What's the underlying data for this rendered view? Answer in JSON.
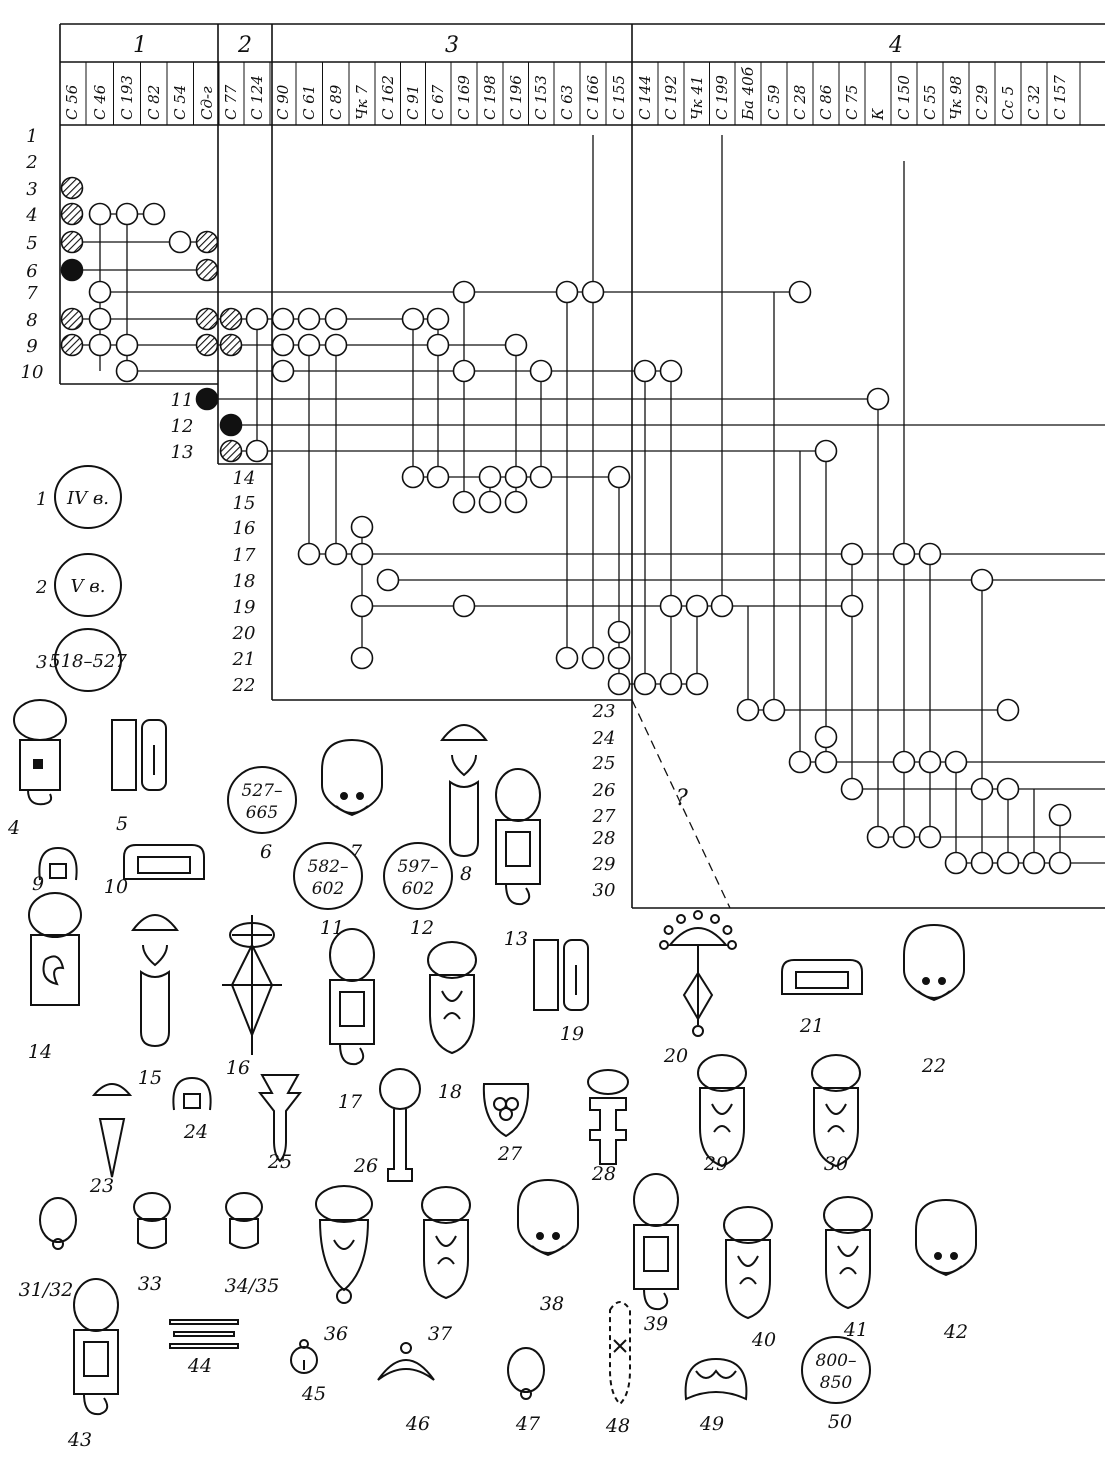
{
  "groups": [
    "1",
    "2",
    "3",
    "4"
  ],
  "columns": [
    "С 56",
    "С 46",
    "С 193",
    "С 82",
    "С 54",
    "Сд-г",
    "С 77",
    "С 124",
    "С 90",
    "С 61",
    "С 89",
    "Чк 7",
    "С 162",
    "С 91",
    "С 67",
    "С 169",
    "С 198",
    "С 196",
    "С 153",
    "С 63",
    "С 166",
    "С 155",
    "С 144",
    "С 192",
    "Чк 41",
    "С 199",
    "Ба 40б",
    "С 59",
    "С 28",
    "С 86",
    "С 75",
    "К",
    "С 150",
    "С 55",
    "Чк 98",
    "С 29",
    "Сс 5",
    "С 32",
    "С 157"
  ],
  "rows": [
    "1",
    "2",
    "3",
    "4",
    "5",
    "6",
    "7",
    "8",
    "9",
    "10",
    "11",
    "12",
    "13",
    "14",
    "15",
    "16",
    "17",
    "18",
    "19",
    "20",
    "21",
    "22",
    "23",
    "24",
    "25",
    "26",
    "27",
    "28",
    "29",
    "30"
  ],
  "legend": [
    {
      "num": "1",
      "text": "IV в."
    },
    {
      "num": "2",
      "text": "V в."
    },
    {
      "num": "3",
      "text": "518–527"
    }
  ],
  "unknown_mark": "?",
  "figures": [
    {
      "num": "4"
    },
    {
      "num": "5"
    },
    {
      "num": "6",
      "text": "527–665"
    },
    {
      "num": "7"
    },
    {
      "num": "8"
    },
    {
      "num": "9"
    },
    {
      "num": "10"
    },
    {
      "num": "11",
      "text": "582–602"
    },
    {
      "num": "12",
      "text": "597–602"
    },
    {
      "num": "13"
    },
    {
      "num": "14"
    },
    {
      "num": "15"
    },
    {
      "num": "16"
    },
    {
      "num": "17"
    },
    {
      "num": "18"
    },
    {
      "num": "19"
    },
    {
      "num": "20"
    },
    {
      "num": "21"
    },
    {
      "num": "22"
    },
    {
      "num": "23"
    },
    {
      "num": "24"
    },
    {
      "num": "25"
    },
    {
      "num": "26"
    },
    {
      "num": "27"
    },
    {
      "num": "28"
    },
    {
      "num": "29"
    },
    {
      "num": "30"
    },
    {
      "num": "31/32"
    },
    {
      "num": "33"
    },
    {
      "num": "34/35"
    },
    {
      "num": "36"
    },
    {
      "num": "37"
    },
    {
      "num": "38"
    },
    {
      "num": "39"
    },
    {
      "num": "40"
    },
    {
      "num": "41"
    },
    {
      "num": "42"
    },
    {
      "num": "43"
    },
    {
      "num": "44"
    },
    {
      "num": "45"
    },
    {
      "num": "46"
    },
    {
      "num": "47"
    },
    {
      "num": "48"
    },
    {
      "num": "49"
    },
    {
      "num": "50",
      "text": "800–850"
    }
  ]
}
